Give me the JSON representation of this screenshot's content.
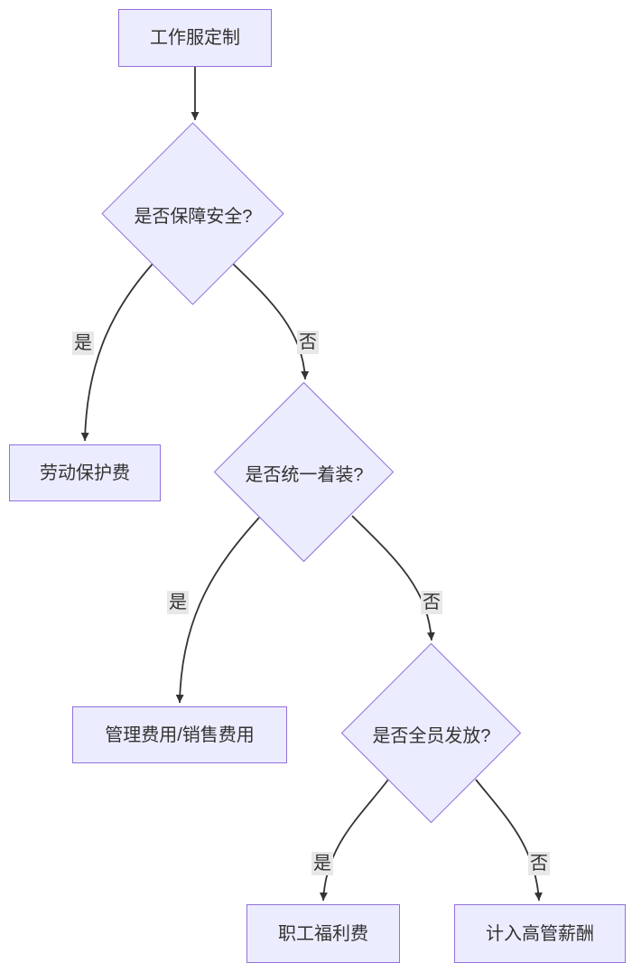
{
  "diagram": {
    "type": "flowchart",
    "direction": "top-down",
    "nodes": {
      "start": {
        "label": "工作服定制",
        "shape": "rect"
      },
      "d1": {
        "label": "是否保障安全?",
        "shape": "diamond"
      },
      "laodong": {
        "label": "劳动保护费",
        "shape": "rect"
      },
      "d2": {
        "label": "是否统一着装?",
        "shape": "diamond"
      },
      "guanli": {
        "label": "管理费用/销售费用",
        "shape": "rect"
      },
      "d3": {
        "label": "是否全员发放?",
        "shape": "diamond"
      },
      "zhigong": {
        "label": "职工福利费",
        "shape": "rect"
      },
      "gaoguan": {
        "label": "计入高管薪酬",
        "shape": "rect"
      }
    },
    "edges": [
      {
        "from": "start",
        "to": "d1",
        "label": ""
      },
      {
        "from": "d1",
        "to": "laodong",
        "label": "是"
      },
      {
        "from": "d1",
        "to": "d2",
        "label": "否"
      },
      {
        "from": "d2",
        "to": "guanli",
        "label": "是"
      },
      {
        "from": "d2",
        "to": "d3",
        "label": "否"
      },
      {
        "from": "d3",
        "to": "zhigong",
        "label": "是"
      },
      {
        "from": "d3",
        "to": "gaoguan",
        "label": "否"
      }
    ],
    "colors": {
      "node_fill": "#ECECFF",
      "node_border": "#9370DB",
      "edge_stroke": "#333333",
      "edge_label_bg": "#e8e8e8",
      "text": "#333333"
    }
  }
}
